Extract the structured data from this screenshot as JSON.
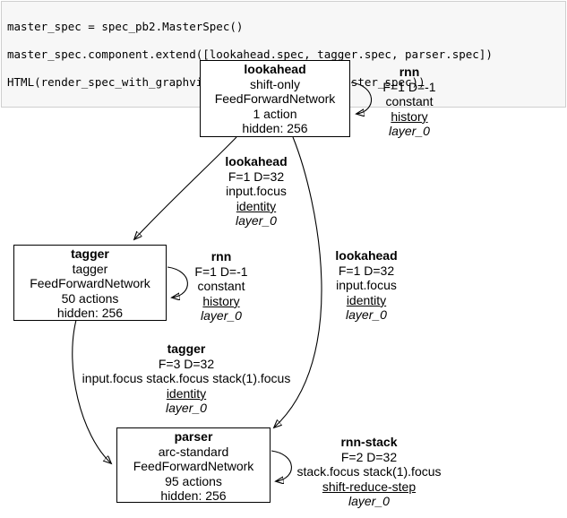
{
  "code_cell": {
    "lines": [
      "master_spec = spec_pb2.MasterSpec()",
      "master_spec.component.extend([lookahead.spec, tagger.spec, parser.spec])",
      "HTML(render_spec_with_graphviz.master_spec_graph(master_spec))"
    ]
  },
  "graph": {
    "nodes": [
      {
        "title": "lookahead",
        "lines": [
          "shift-only",
          "FeedForwardNetwork",
          "1 action",
          "hidden: 256"
        ]
      },
      {
        "title": "tagger",
        "lines": [
          "tagger",
          "FeedForwardNetwork",
          "50 actions",
          "hidden: 256"
        ]
      },
      {
        "title": "parser",
        "lines": [
          "arc-standard",
          "FeedForwardNetwork",
          "95 actions",
          "hidden: 256"
        ]
      }
    ],
    "edge_labels": [
      {
        "title": "rnn",
        "line1": "F=1 D=-1",
        "line2": "constant",
        "linked": "history",
        "layer": "layer_0"
      },
      {
        "title": "lookahead",
        "line1": "F=1 D=32",
        "line2": "input.focus",
        "linked": "identity",
        "layer": "layer_0"
      },
      {
        "title": "rnn",
        "line1": "F=1 D=-1",
        "line2": "constant",
        "linked": "history",
        "layer": "layer_0"
      },
      {
        "title": "lookahead",
        "line1": "F=1 D=32",
        "line2": "input.focus",
        "linked": "identity",
        "layer": "layer_0"
      },
      {
        "title": "tagger",
        "line1": "F=3 D=32",
        "line2": "input.focus stack.focus stack(1).focus",
        "linked": "identity",
        "layer": "layer_0"
      },
      {
        "title": "rnn-stack",
        "line1": "F=2 D=32",
        "line2": "stack.focus stack(1).focus",
        "linked": "shift-reduce-step",
        "layer": "layer_0"
      }
    ],
    "colors": {
      "edge": "#000000",
      "node_border": "#000000",
      "text": "#000000",
      "code_bg": "#f7f7f7",
      "code_border": "#cfcfcf"
    }
  }
}
